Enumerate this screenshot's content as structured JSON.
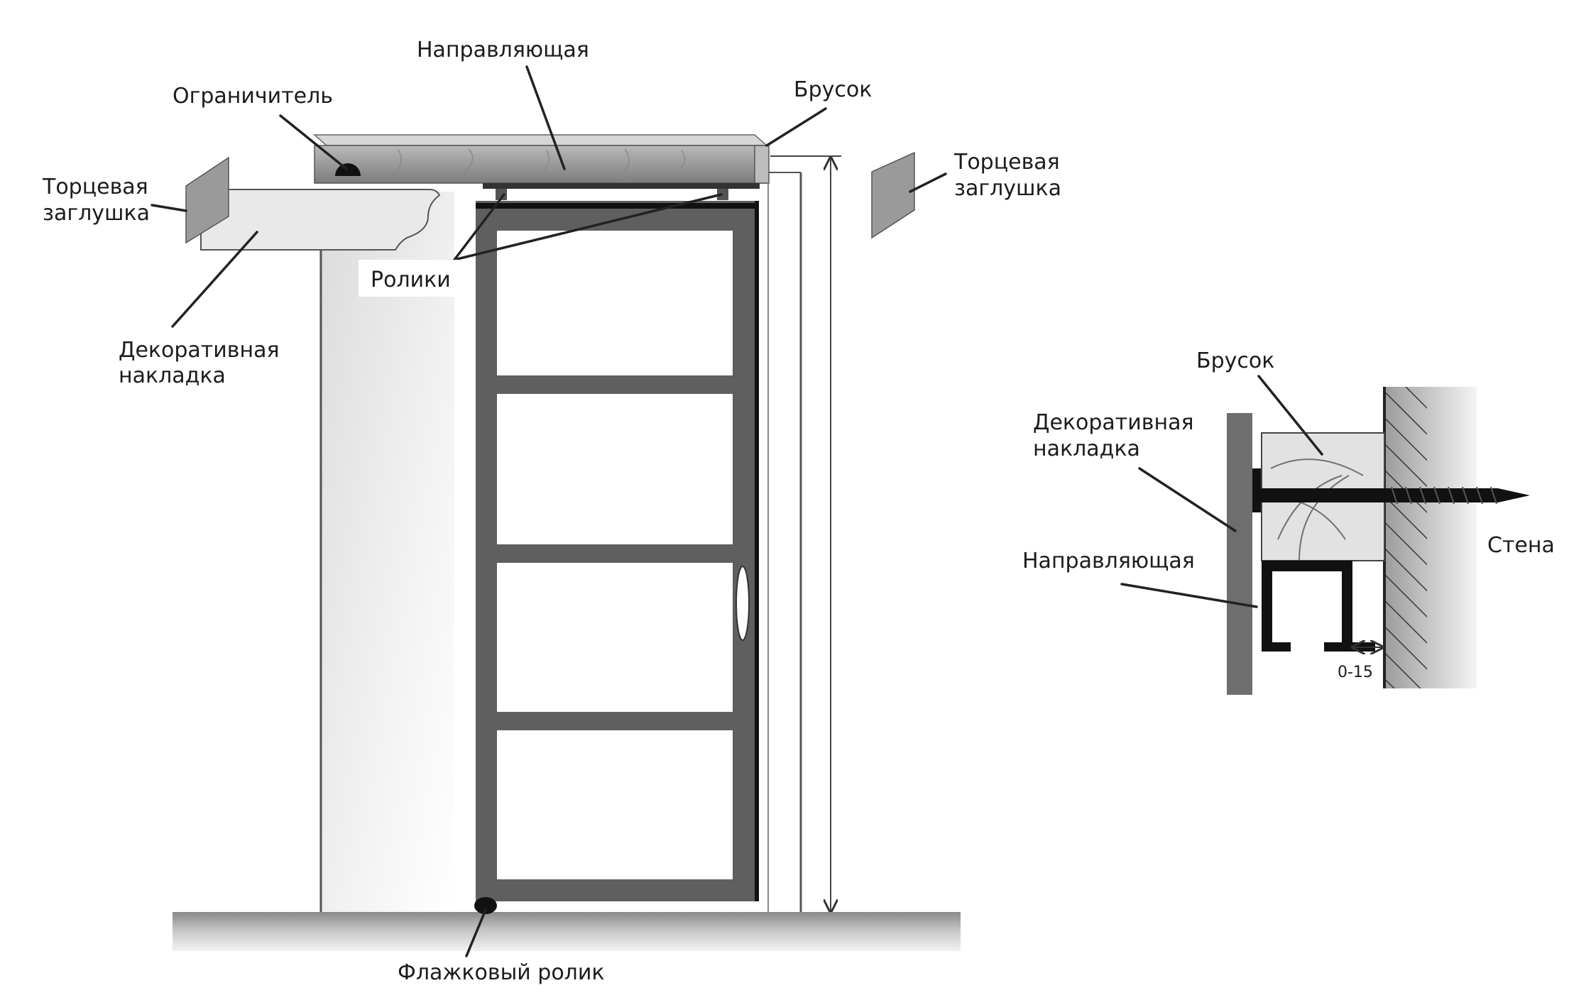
{
  "labels": {
    "guide_rail": "Направляющая",
    "stopper": "Ограничитель",
    "beam": "Брусок",
    "end_cap_left_line1": "Торцевая",
    "end_cap_left_line2": "заглушка",
    "end_cap_right_line1": "Торцевая",
    "end_cap_right_line2": "заглушка",
    "rollers": "Ролики",
    "decor_left_line1": "Декоративная",
    "decor_left_line2": "накладка",
    "flag_roller": "Флажковый ролик"
  },
  "section": {
    "beam": "Брусок",
    "decor_line1": "Декоративная",
    "decor_line2": "накладка",
    "guide_rail": "Направляющая",
    "wall": "Стена",
    "gap": "0-15"
  },
  "colors": {
    "frame": "#5f5f5f",
    "beam_gray": "#9a9a9a",
    "light_gray": "#e4e4e4",
    "line": "#222222"
  }
}
